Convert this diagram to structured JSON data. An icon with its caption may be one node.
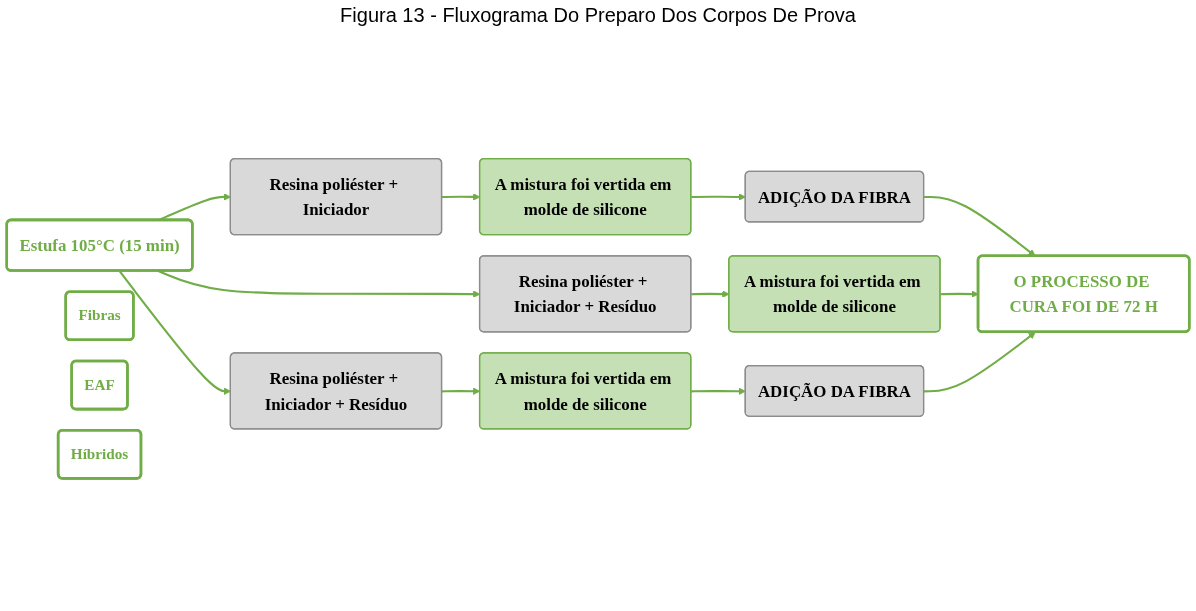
{
  "diagram": {
    "title": "Figura 13 - Fluxograma Do Preparo Dos Corpos De Prova",
    "nodes": [
      {
        "text": [
          "Estufa 105°C (15 min)"
        ]
      },
      {
        "text": [
          "Resina poliéster + Iniciador"
        ]
      },
      {
        "text": [
          "Fibras"
        ]
      },
      {
        "text": [
          "A mistura foi vertida em molde de silicone"
        ]
      },
      {
        "text": [
          "ADIÇÃO DA FIBRA"
        ]
      },
      {
        "text": [
          "Resina poliéster + Iniciador + Resíduo"
        ]
      },
      {
        "text": [
          "EAF"
        ]
      },
      {
        "text": [
          "A mistura foi vertida em molde de silicone"
        ]
      },
      {
        "text": [
          "O PROCESSO DE CURA FOI DE 72 H"
        ]
      },
      {
        "text": [
          "Resina poliéster + Iniciador + Resíduo"
        ]
      },
      {
        "text": [
          "Híbridos"
        ]
      },
      {
        "text": [
          "A mistura foi vertida em molde de silicone"
        ]
      },
      {
        "text": [
          "ADIÇÃO DA FIBRA"
        ]
      }
    ],
    "edges": [
      {
        "from": 0,
        "to": 1,
        "arrow": "to"
      },
      {
        "from": 0,
        "to": 5,
        "arrow": "to"
      },
      {
        "from": 0,
        "to": 9,
        "arrow": "to"
      },
      {
        "from": 1,
        "to": 3,
        "arrow": "to"
      },
      {
        "from": 3,
        "to": 4,
        "arrow": "to"
      },
      {
        "from": 4,
        "to": 8,
        "arrow": "to"
      },
      {
        "from": 5,
        "to": 7,
        "arrow": "to"
      },
      {
        "from": 7,
        "to": 8,
        "arrow": "to"
      },
      {
        "from": 9,
        "to": 11,
        "arrow": "to"
      },
      {
        "from": 11,
        "to": 12,
        "arrow": "to"
      },
      {
        "from": 12,
        "to": 8,
        "arrow": "to"
      }
    ]
  }
}
